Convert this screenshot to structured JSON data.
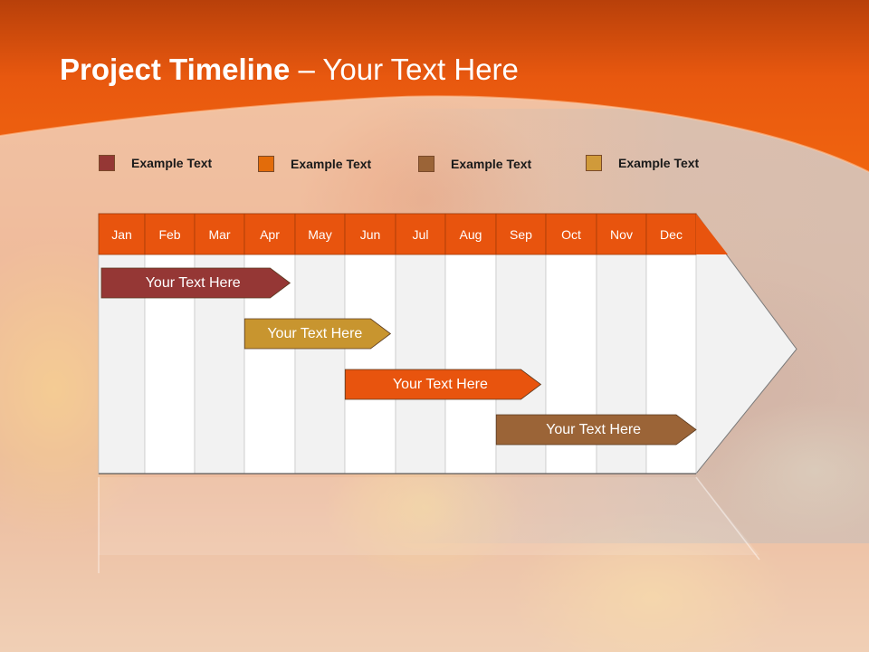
{
  "title": {
    "bold": "Project Timeline",
    "rest": " – Your Text Here"
  },
  "colors": {
    "banner": "#e8580f",
    "banner_dark": "#b8400a",
    "header_row": "#e8540e",
    "column_light": "#f2f2f2",
    "column_white": "#ffffff"
  },
  "legend": [
    {
      "label": "Example Text",
      "color": "#953735"
    },
    {
      "label": "Example Text",
      "color": "#e36c0a"
    },
    {
      "label": "Example Text",
      "color": "#9b6437"
    },
    {
      "label": "Example Text",
      "color": "#d09a3a"
    }
  ],
  "months": [
    "Jan",
    "Feb",
    "Mar",
    "Apr",
    "May",
    "Jun",
    "Jul",
    "Aug",
    "Sep",
    "Oct",
    "Nov",
    "Dec"
  ],
  "tasks": [
    {
      "label": "Your  Text Here",
      "color": "#953735",
      "start_month": 0.0,
      "end_month": 3.9
    },
    {
      "label": "Your  Text Here",
      "color": "#c8952f",
      "start_month": 2.95,
      "end_month": 5.9
    },
    {
      "label": "Your  Text Here",
      "color": "#e8540e",
      "start_month": 4.95,
      "end_month": 8.9
    },
    {
      "label": "Your  Text Here",
      "color": "#9b6437",
      "start_month": 7.95,
      "end_month": 12.0
    }
  ]
}
